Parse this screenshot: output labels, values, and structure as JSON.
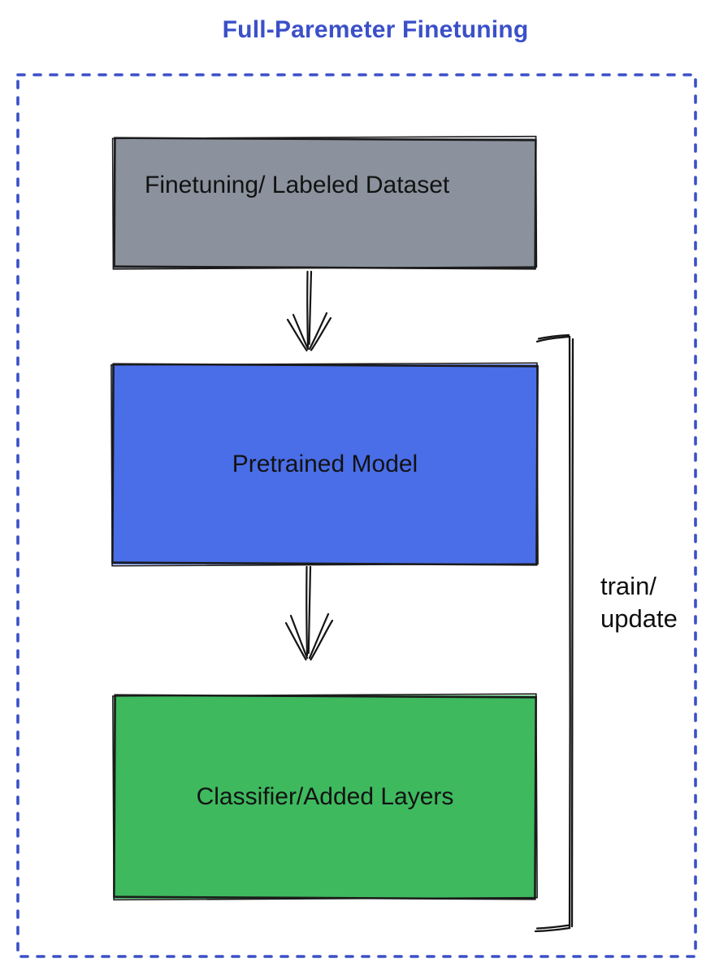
{
  "title": {
    "text": "Full-Paremeter Finetuning",
    "color": "#3b50c8"
  },
  "frame": {
    "border_color": "#3b50c8"
  },
  "diagram": {
    "stroke_color": "#1b1b1b",
    "nodes": [
      {
        "id": "finetuning-dataset",
        "label": "Finetuning/ Labeled Dataset",
        "fill": "#8b929d"
      },
      {
        "id": "pretrained-model",
        "label": "Pretrained Model",
        "fill": "#4a6ee8"
      },
      {
        "id": "classifier-added-layers",
        "label": "Classifier/Added Layers",
        "fill": "#3eb95e"
      }
    ],
    "edges": [
      {
        "from": "finetuning-dataset",
        "to": "pretrained-model",
        "type": "arrow-down"
      },
      {
        "from": "pretrained-model",
        "to": "classifier-added-layers",
        "type": "arrow-down"
      },
      {
        "from": "classifier-added-layers",
        "to": "pretrained-model",
        "type": "bracket-right",
        "label": "train/\nupdate"
      }
    ],
    "bracket_label": "train/\nupdate"
  }
}
